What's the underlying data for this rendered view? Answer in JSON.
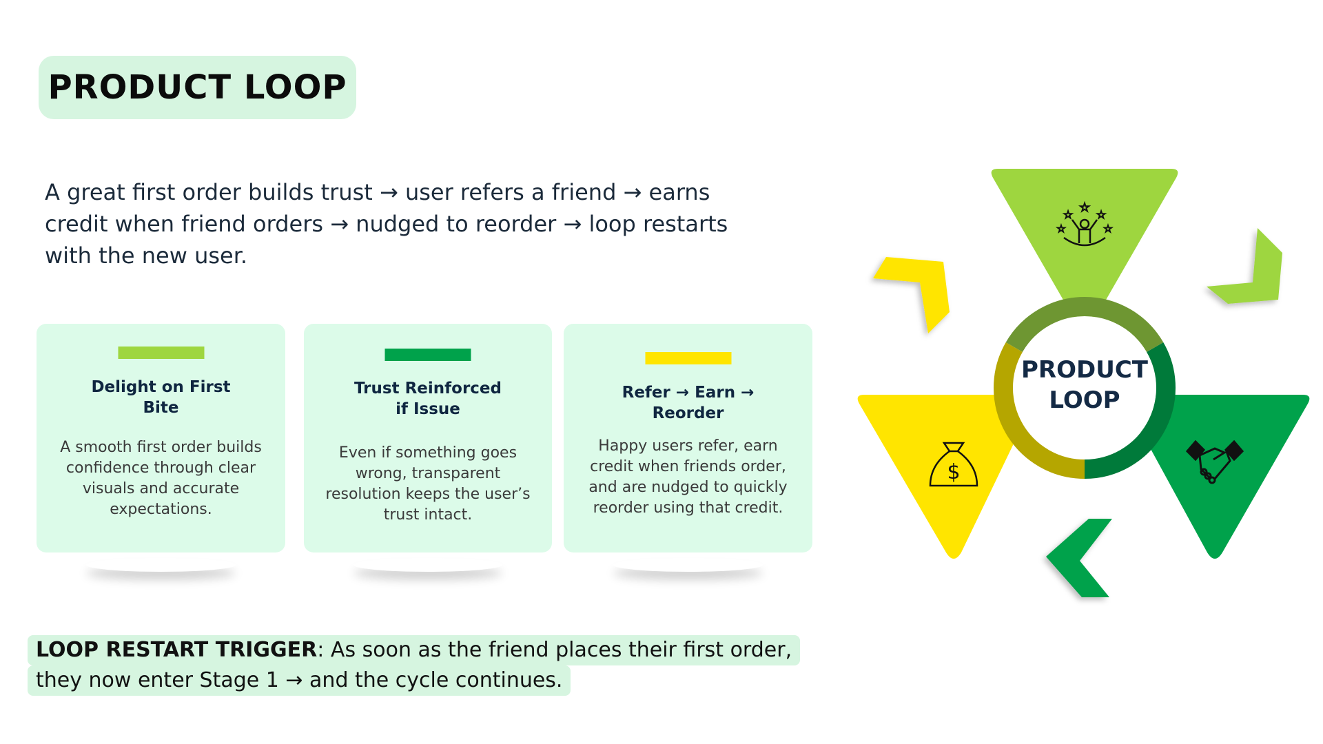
{
  "title": "PRODUCT LOOP",
  "intro": "A great first order builds trust → user refers a friend → earns credit when friend orders → nudged to reorder → loop restarts with the new user.",
  "cards": [
    {
      "heading_line1": "Delight on First",
      "heading_line2": "Bite",
      "body": "A smooth first order builds confidence through clear visuals and accurate expectations.",
      "accent": "#9ed63f"
    },
    {
      "heading_line1": "Trust Reinforced",
      "heading_line2": "if Issue",
      "body": "Even if something goes wrong, transparent resolution keeps the user’s trust intact.",
      "accent": "#00a24b"
    },
    {
      "heading_line1": "Refer → Earn →",
      "heading_line2": "Reorder",
      "body": "Happy users refer, earn credit when friends order, and are nudged to quickly reorder using that credit.",
      "accent": "#ffe500"
    }
  ],
  "trigger": {
    "label": "LOOP RESTART TRIGGER",
    "line1_rest": ": As soon as the friend places their first order,",
    "line2": "they now enter Stage 1 → and the cycle continues."
  },
  "diagram": {
    "center_line1": "PRODUCT",
    "center_line2": "LOOP",
    "icons": [
      "celebrating-person-stars-icon",
      "money-bag-icon",
      "handshake-icon"
    ],
    "colors": {
      "light_green": "#9ed63f",
      "green": "#00a24b",
      "yellow": "#ffe500"
    }
  }
}
